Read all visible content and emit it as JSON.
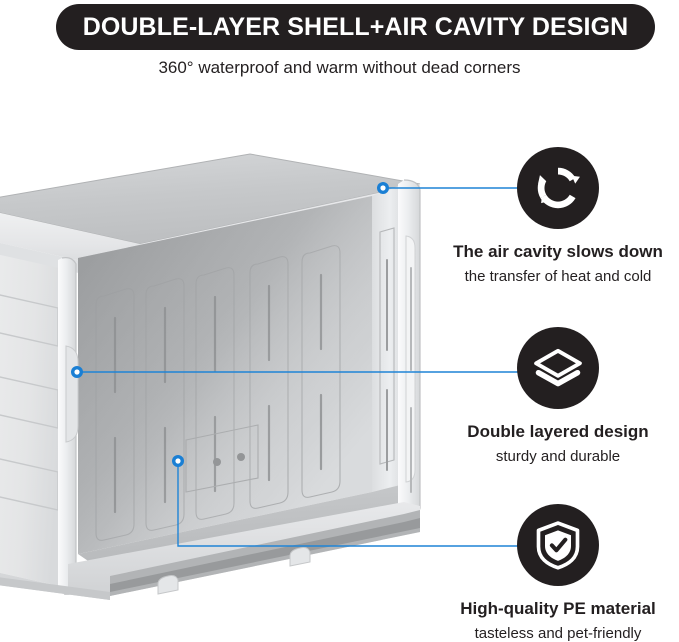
{
  "header": {
    "title": "DOUBLE-LAYER SHELL+AIR CAVITY DESIGN",
    "subtitle": "360° waterproof and warm without dead corners",
    "pill_color": "#231f20",
    "title_color": "#ffffff"
  },
  "accent": {
    "line_color": "#1f84d6",
    "dot_color": "#1a7fd4",
    "dot_center": "#ffffff"
  },
  "product": {
    "name": "double-wall plastic storage deck box, lid open, front cutaway view",
    "body_color": "#e9eaec",
    "interior_color": "#b9bbbd",
    "shadow_color": "#9a9c9e",
    "lid_top_color": "#c9cbcd",
    "cavity_color": "#8e9092",
    "cavity_count": 6
  },
  "features": [
    {
      "icon": "air-circulation-icon",
      "title": "The air cavity slows down",
      "subtitle": "the transfer of heat and cold"
    },
    {
      "icon": "layers-icon",
      "title": "Double layered design",
      "subtitle": "sturdy and durable"
    },
    {
      "icon": "shield-check-icon",
      "title": "High-quality PE material",
      "subtitle": "tasteless and pet-friendly"
    }
  ]
}
